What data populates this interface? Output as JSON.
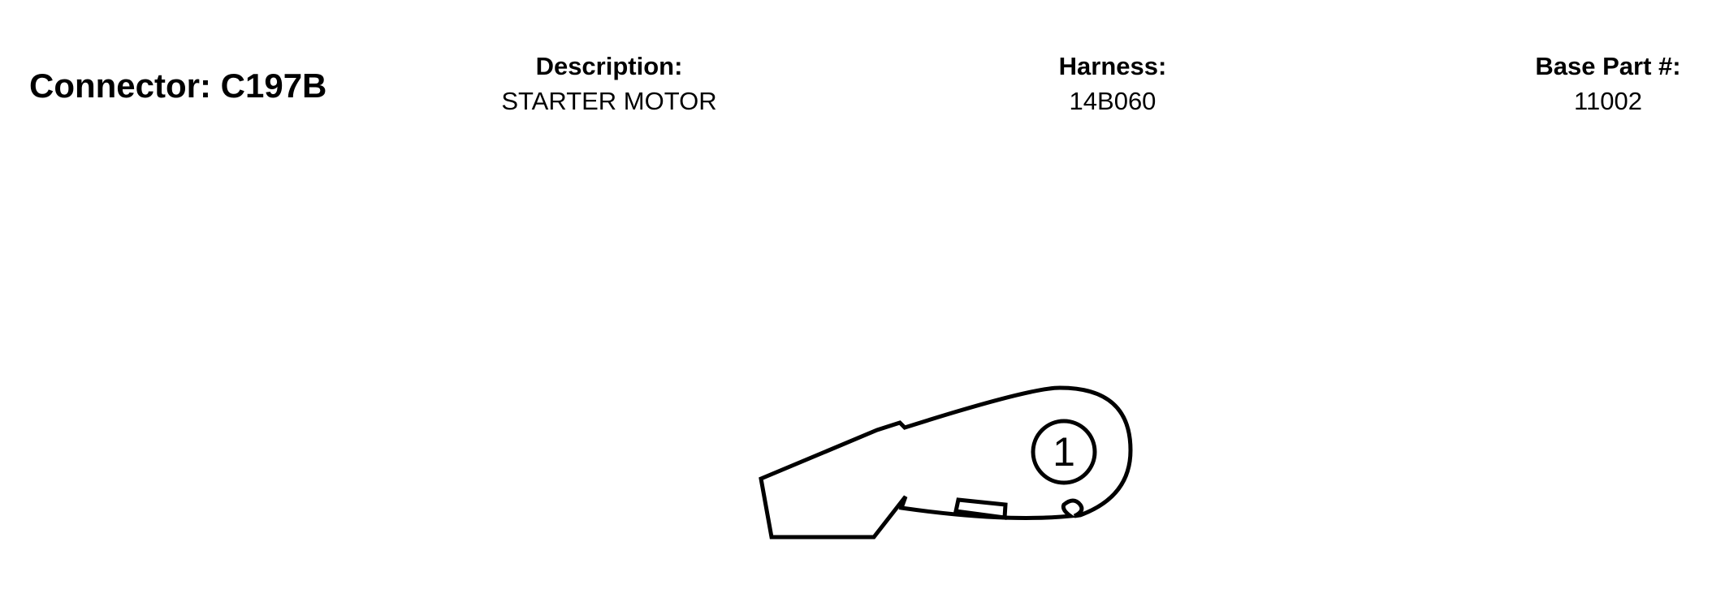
{
  "connector": {
    "title": "Connector: C197B"
  },
  "description": {
    "label": "Description:",
    "value": "STARTER MOTOR"
  },
  "harness": {
    "label": "Harness:",
    "value": "14B060"
  },
  "base_part": {
    "label": "Base Part #:",
    "value": "11002"
  },
  "diagram": {
    "pin_label": "1"
  }
}
